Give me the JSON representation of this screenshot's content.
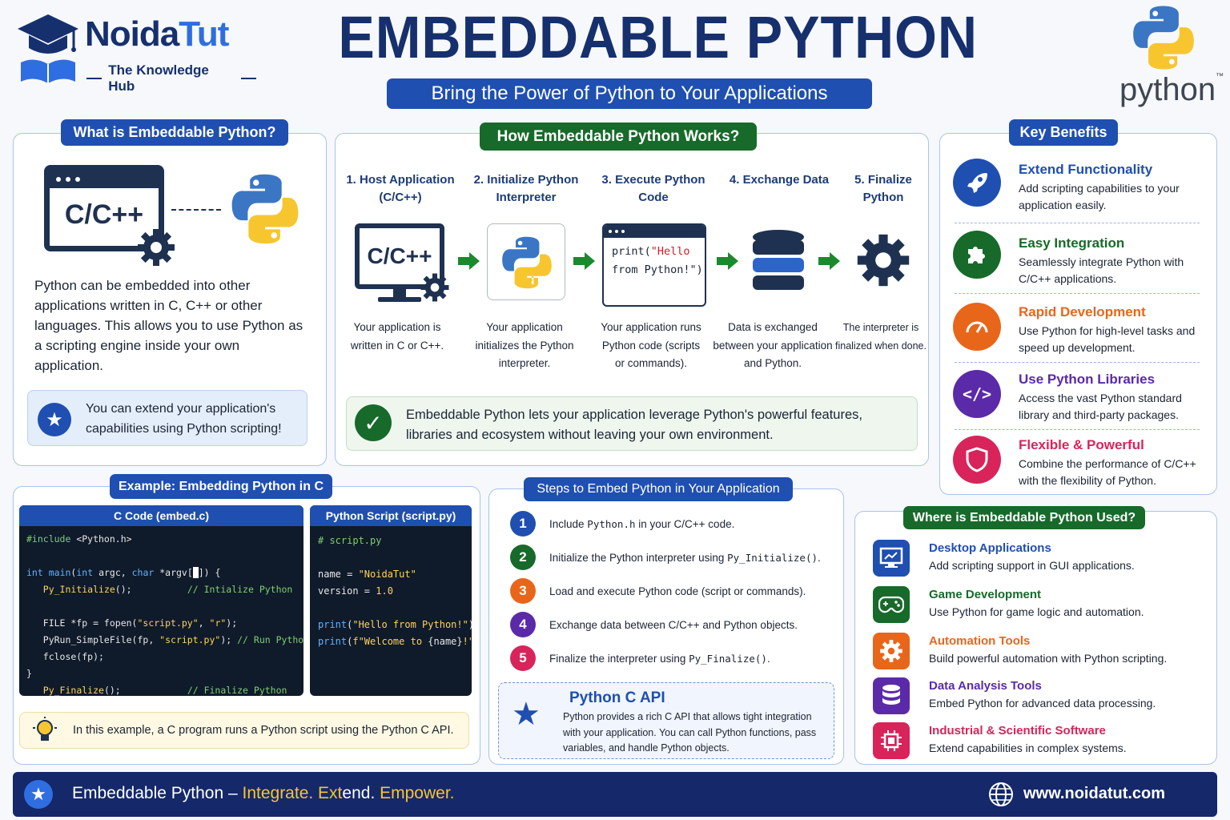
{
  "brand": {
    "name_a": "Noida",
    "name_b": "Tut",
    "tagline": "The Knowledge Hub"
  },
  "title": "EMBEDDABLE PYTHON",
  "subtitle": "Bring the Power of Python to Your Applications",
  "python_logo_text": "python",
  "python_logo_tm": "™",
  "what": {
    "heading": "What is Embeddable Python?",
    "code_label": "C/C++",
    "body": "Python can be embedded into other applications written in C, C++ or other languages. This allows you to use Python as a scripting engine inside your own application.",
    "tip": "You can extend your application's capabilities using Python scripting!"
  },
  "how": {
    "heading": "How Embeddable Python Works?",
    "steps": [
      {
        "title": "1. Host Application (C/C++)",
        "desc": "Your application is written in C or C++."
      },
      {
        "title": "2. Initialize Python Interpreter",
        "desc": "Your application initializes the Python interpreter."
      },
      {
        "title": "3. Execute Python Code",
        "desc": "Your application runs Python code (scripts or commands)."
      },
      {
        "title": "4. Exchange Data",
        "desc": "Data is exchanged between your application and Python."
      },
      {
        "title": "5. Finalize Python",
        "desc": "The interpreter is finalized when done."
      }
    ],
    "cpp_label": "C/C++",
    "code_line1_a": "print(",
    "code_line1_b": "\"Hello",
    "code_line2_a": "from Python!\"",
    "code_line2_b": ")",
    "note": "Embeddable Python lets your application leverage Python's powerful features, libraries and ecosystem without leaving your own environment."
  },
  "benefits": {
    "heading": "Key Benefits",
    "items": [
      {
        "title": "Extend Functionality",
        "desc": "Add scripting capabilities to your application easily.",
        "color": "#1f4fb0",
        "icon": "rocket-icon"
      },
      {
        "title": "Easy Integration",
        "desc": "Seamlessly integrate Python with C/C++ applications.",
        "color": "#176a2a",
        "icon": "puzzle-icon"
      },
      {
        "title": "Rapid Development",
        "desc": "Use Python for high-level tasks and speed up development.",
        "color": "#e8661a",
        "icon": "speedometer-icon"
      },
      {
        "title": "Use Python Libraries",
        "desc": "Access the vast Python standard library and third-party packages.",
        "color": "#5b2aa8",
        "icon": "code-icon"
      },
      {
        "title": "Flexible & Powerful",
        "desc": "Combine the performance of C/C++ with the flexibility of Python.",
        "color": "#d8245a",
        "icon": "shield-icon"
      }
    ]
  },
  "example": {
    "heading": "Example: Embedding Python in C",
    "c_head": "C Code (embed.c)",
    "py_head": "Python Script (script.py)",
    "tip": "In this example, a C program runs a Python script using the Python C API."
  },
  "steps": {
    "heading": "Steps to Embed Python in Your Application",
    "items": [
      {
        "n": "1",
        "pre": "Include ",
        "code": "Python.h",
        "post": " in your C/C++ code.",
        "color": "#1f4fb0"
      },
      {
        "n": "2",
        "pre": "Initialize the Python interpreter using ",
        "code": "Py_Initialize()",
        "post": ".",
        "color": "#176a2a"
      },
      {
        "n": "3",
        "pre": "Load and execute Python code (script or commands).",
        "code": "",
        "post": "",
        "color": "#e8661a"
      },
      {
        "n": "4",
        "pre": "Exchange data between C/C++ and Python objects.",
        "code": "",
        "post": "",
        "color": "#5b2aa8"
      },
      {
        "n": "5",
        "pre": "Finalize the interpreter using ",
        "code": "Py_Finalize()",
        "post": ".",
        "color": "#d8245a"
      }
    ],
    "api_title": "Python C API",
    "api_desc": "Python provides a rich C API that allows tight integration with your application. You can call Python functions, pass variables, and handle Python objects."
  },
  "uses": {
    "heading": "Where is Embeddable Python Used?",
    "items": [
      {
        "title": "Desktop Applications",
        "desc": "Add scripting support in GUI applications.",
        "color": "#1f4fb0",
        "tcolor": "#1f4fb0"
      },
      {
        "title": "Game Development",
        "desc": "Use Python for game logic and automation.",
        "color": "#176a2a",
        "tcolor": "#176a2a"
      },
      {
        "title": "Automation Tools",
        "desc": "Build powerful automation with Python scripting.",
        "color": "#e8661a",
        "tcolor": "#e8661a"
      },
      {
        "title": "Data Analysis Tools",
        "desc": "Embed Python for advanced data processing.",
        "color": "#5b2aa8",
        "tcolor": "#5b2aa8"
      },
      {
        "title": "Industrial & Scientific Software",
        "desc": "Extend capabilities in complex systems.",
        "color": "#d8245a",
        "tcolor": "#d8245a"
      }
    ]
  },
  "footer": {
    "lead": "Embeddable Python – ",
    "w1": "Integrate.",
    "w2a": " Ext",
    "w2b": "end.",
    "w3": " Empower.",
    "url": "www.noidatut.com"
  }
}
